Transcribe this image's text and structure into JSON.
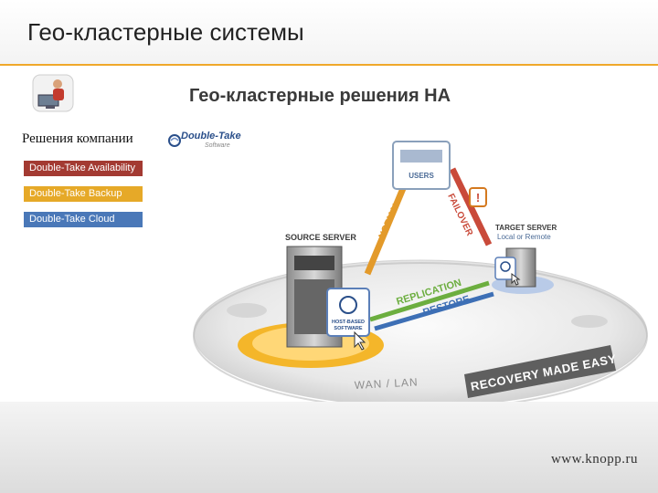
{
  "header": {
    "title": "Гео-кластерные системы"
  },
  "main": {
    "subtitle": "Гео-кластерные решения HA",
    "solutions_label": "Решения компании",
    "products": [
      {
        "label": "Double-Take Availability",
        "color": "#a33a32"
      },
      {
        "label": "Double-Take Backup",
        "color": "#e6a928"
      },
      {
        "label": "Double-Take Cloud",
        "color": "#4a78b8"
      }
    ],
    "vendor_logo": {
      "name": "Double-Take",
      "tagline": "Software"
    }
  },
  "diagram": {
    "users_label": "USERS",
    "source_server_label": "SOURCE SERVER",
    "target_server_label": "TARGET SERVER",
    "target_server_sub": "Local or Remote",
    "host_software_label_1": "HOST-BASED",
    "host_software_label_2": "SOFTWARE",
    "normal_label": "NORMAL",
    "failover_label": "FAILOVER",
    "replication_label": "REPLICATION",
    "restore_label": "RESTORE",
    "network_label": "WAN / LAN",
    "tagline": "RECOVERY MADE EASY",
    "alert_glyph": "!",
    "colors": {
      "normal": "#e39a2a",
      "failover": "#c94a3a",
      "replication": "#6cae3f",
      "restore": "#3d6fb5"
    }
  },
  "footer": {
    "site": "www.knopp.ru"
  }
}
